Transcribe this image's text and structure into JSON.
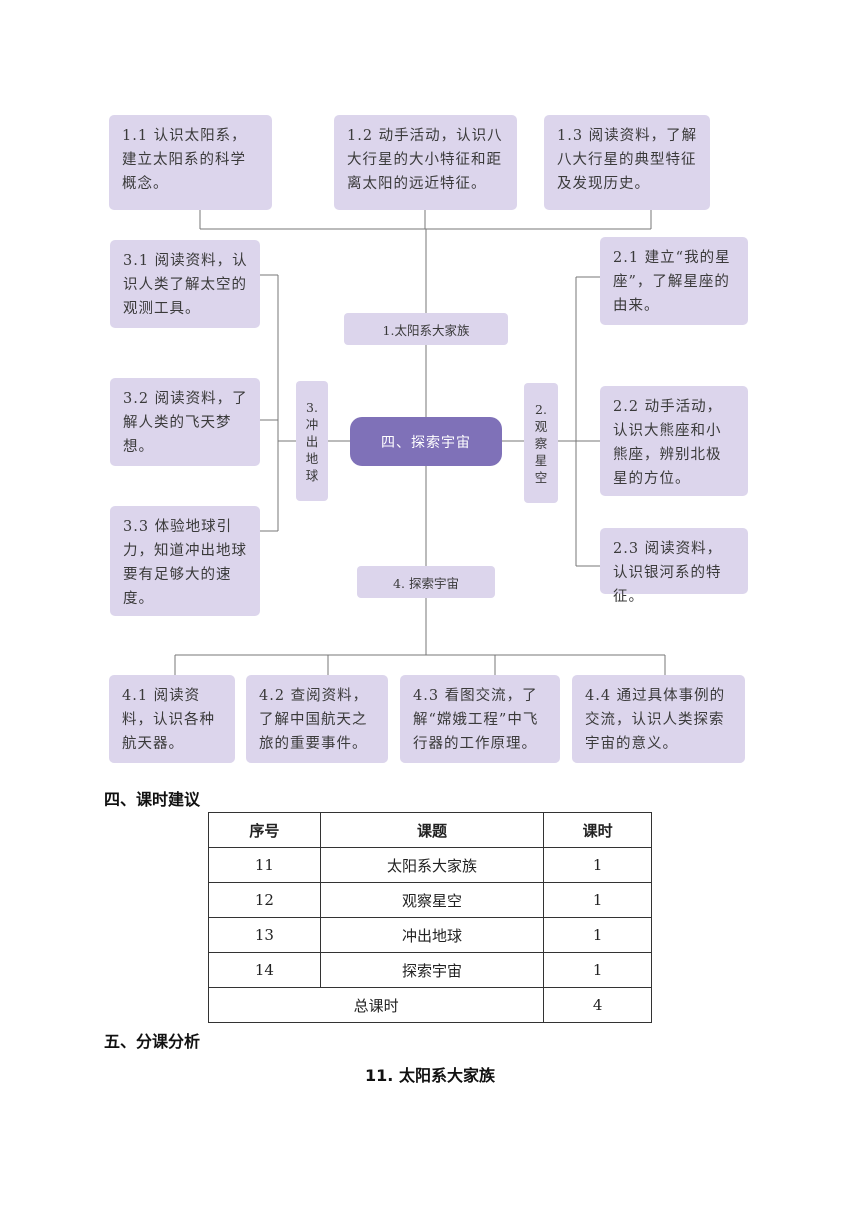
{
  "diagram": {
    "center": "四、探索宇宙",
    "categories": {
      "c1": "1.太阳系大家族",
      "c2": "2.\n观\n察\n星\n空",
      "c3": "3.\n冲\n出\n地\n球",
      "c4": "4. 探索宇宙"
    },
    "boxes": {
      "b11": "1.1 认识太阳系，建立太阳系的科学概念。",
      "b12": "1.2 动手活动，认识八大行星的大小特征和距离太阳的远近特征。",
      "b13": "1.3 阅读资料，了解八大行星的典型特征及发现历史。",
      "b21": "2.1 建立“我的星座”，了解星座的由来。",
      "b22": "2.2 动手活动，认识大熊座和小熊座，辨别北极星的方位。",
      "b23": "2.3 阅读资料，认识银河系的特征。",
      "b31": "3.1 阅读资料，认识人类了解太空的观测工具。",
      "b32": "3.2 阅读资料，了解人类的飞天梦想。",
      "b33": "3.3 体验地球引力，知道冲出地球要有足够大的速度。",
      "b41": "4.1 阅读资料，认识各种航天器。",
      "b42": "4.2 查阅资料，了解中国航天之旅的重要事件。",
      "b43": "4.3 看图交流，了解“嫦娥工程”中飞行器的工作原理。",
      "b44": "4.4 通过具体事例的交流，认识人类探索宇宙的意义。"
    }
  },
  "section4_heading": "四、课时建议",
  "table": {
    "headers": [
      "序号",
      "课题",
      "课时"
    ],
    "rows": [
      [
        "11",
        "太阳系大家族",
        "1"
      ],
      [
        "12",
        "观察星空",
        "1"
      ],
      [
        "13",
        "冲出地球",
        "1"
      ],
      [
        "14",
        "探索宇宙",
        "1"
      ]
    ],
    "total_label": "总课时",
    "total_value": "4"
  },
  "section5_heading": "五、分课分析",
  "lesson_title": "11. 太阳系大家族"
}
